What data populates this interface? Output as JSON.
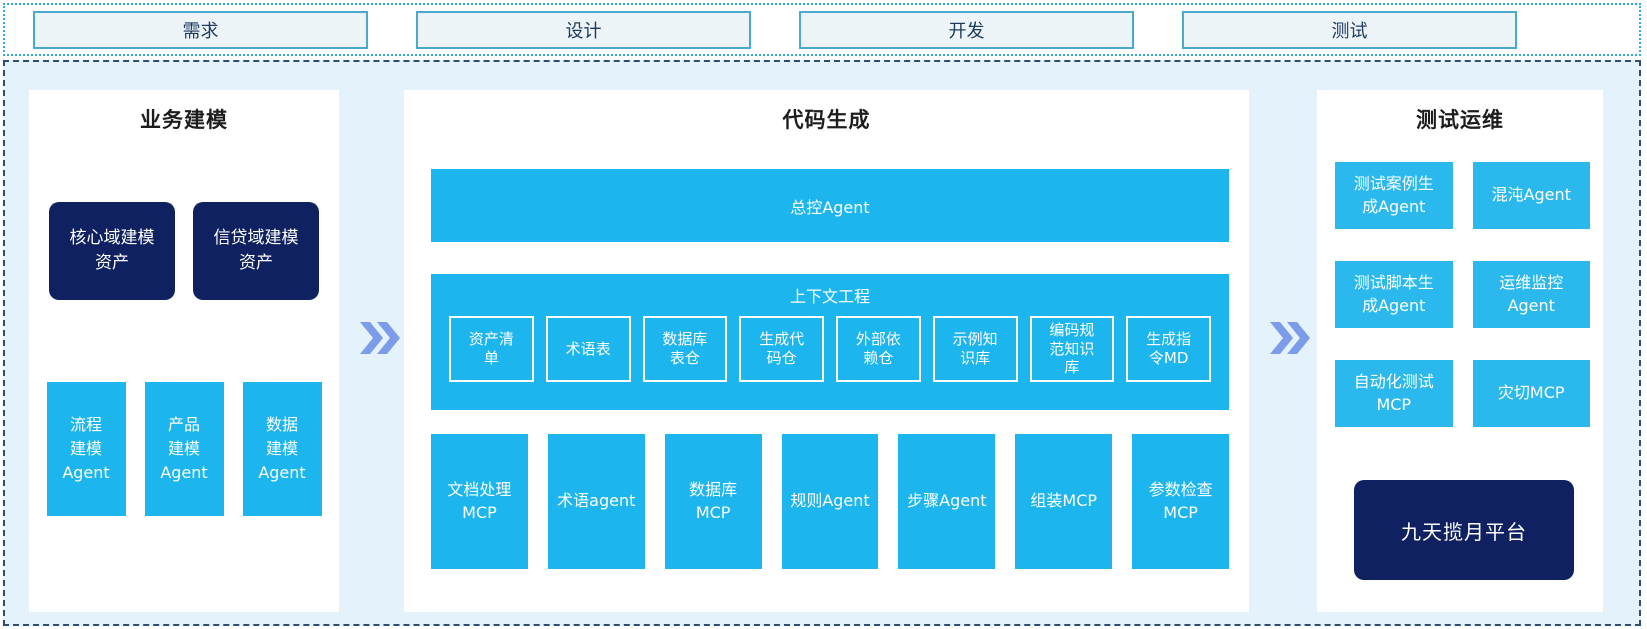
{
  "phases": [
    {
      "label": "需求"
    },
    {
      "label": "设计"
    },
    {
      "label": "开发"
    },
    {
      "label": "测试"
    }
  ],
  "panels": {
    "business": {
      "title": "业务建模",
      "assets": [
        "核心域建模资产",
        "信贷域建模资产"
      ],
      "agents": [
        "流程建模Agent",
        "产品建模Agent",
        "数据建模Agent"
      ]
    },
    "codegen": {
      "title": "代码生成",
      "master_agent": "总控Agent",
      "context": {
        "title": "上下文工程",
        "items": [
          "资产清单",
          "术语表",
          "数据库表仓",
          "生成代码仓",
          "外部依赖仓",
          "示例知识库",
          "编码规范知识库",
          "生成指令MD"
        ]
      },
      "tools": [
        "文档处理MCP",
        "术语agent",
        "数据库MCP",
        "规则Agent",
        "步骤Agent",
        "组装MCP",
        "参数检查MCP"
      ]
    },
    "testops": {
      "title": "测试运维",
      "agents": [
        "测试案例生成Agent",
        "混沌Agent",
        "测试脚本生成Agent",
        "运维监控Agent",
        "自动化测试MCP",
        "灾切MCP"
      ],
      "platform": "九天揽月平台"
    }
  },
  "icons": {
    "flow_arrow": "double-chevron-right-icon"
  },
  "colors": {
    "node_cyan": "#1cb5ee",
    "node_cyan_soft": "#2bb8ec",
    "node_navy": "#0f2160",
    "main_bg": "#e3f2fb",
    "main_border_dashed": "#2f4d6e",
    "strip_border_dotted": "#2fb0d2",
    "phase_box_bg": "#edf4f8",
    "phase_box_border": "#4aa9cd",
    "phase_text": "#1b3a5e",
    "chevron": "#7c9ce9",
    "panel_bg": "#ffffff"
  }
}
